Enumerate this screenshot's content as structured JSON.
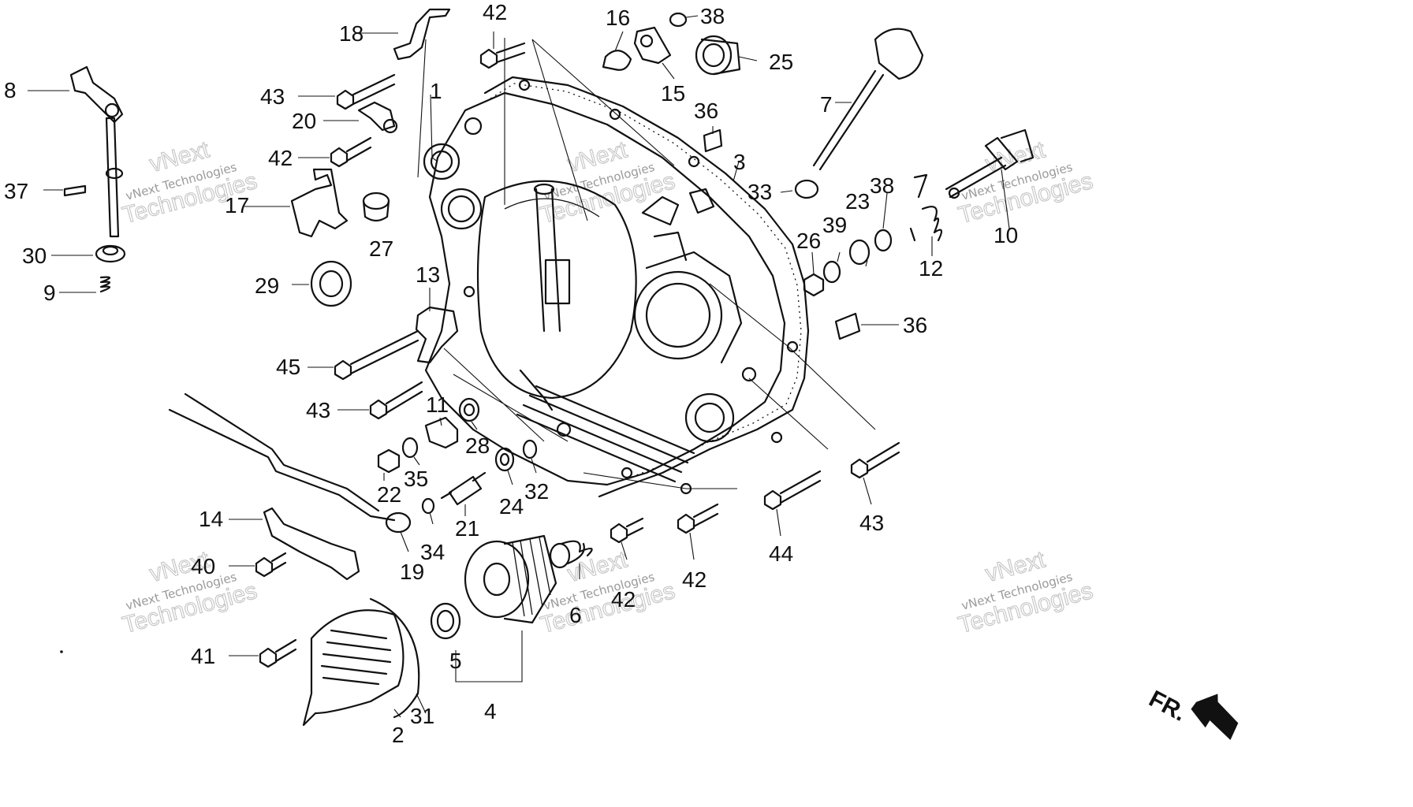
{
  "watermark": {
    "line1": "vNext",
    "line2": "vNext Technologies",
    "line3": "Technologies"
  },
  "direction_marker": "FR.",
  "callouts": {
    "p1": "1",
    "p2": "2",
    "p3": "3",
    "p4": "4",
    "p5": "5",
    "p6": "6",
    "p7": "7",
    "p8": "8",
    "p9": "9",
    "p10": "10",
    "p11": "11",
    "p12": "12",
    "p13": "13",
    "p14": "14",
    "p15": "15",
    "p16": "16",
    "p17": "17",
    "p18": "18",
    "p19": "19",
    "p20": "20",
    "p21": "21",
    "p22": "22",
    "p23": "23",
    "p24": "24",
    "p25": "25",
    "p26": "26",
    "p27": "27",
    "p28": "28",
    "p29": "29",
    "p30": "30",
    "p31": "31",
    "p32": "32",
    "p33": "33",
    "p34": "34",
    "p35": "35",
    "p36": "36",
    "p37": "37",
    "p38": "38",
    "p39": "39",
    "p40": "40",
    "p41": "41",
    "p42": "42",
    "p43": "43",
    "p44": "44",
    "p45": "45"
  },
  "icons": {
    "crankcase_cover": "crankcase-cover-icon",
    "oil_filter": "oil-filter-icon",
    "dipstick": "dipstick-icon",
    "bolt": "bolt-icon",
    "arrow": "front-arrow-icon"
  }
}
